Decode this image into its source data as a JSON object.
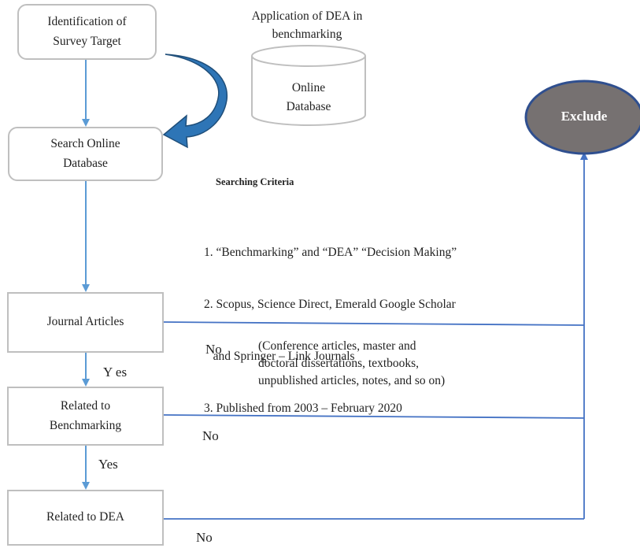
{
  "nodes": {
    "survey_target": "Identification  of\nSurvey Target",
    "search_db": "Search Online\nDatabase",
    "online_db": "Online\nDatabase",
    "exclude": "Exclude",
    "journal_articles": "Journal Articles",
    "related_benchmarking": "Related to\nBenchmarking",
    "related_dea": "Related to DEA"
  },
  "labels": {
    "application_title": "Application of DEA in\nbenchmarking",
    "criteria_title": "Searching Criteria",
    "criteria": [
      "1. “Benchmarking” and “DEA” “Decision Making”",
      "2. Scopus, Science Direct, Emerald Google Scholar",
      "   and Springer – Link Journals",
      "3. Published from 2003 – February 2020"
    ],
    "exclusion_note": "(Conference articles, master and\ndoctoral dissertations, textbooks,\nunpublished articles, notes, and so on)",
    "no_1": "No",
    "no_2": "No",
    "no_3": "No",
    "yes_1": "Y es",
    "yes_2": "Yes"
  },
  "colors": {
    "box_border": "#bfbfbf",
    "arrow_light": "#5b9bd5",
    "arrow_dark": "#4472c4",
    "curved_arrow": "#2e75b6",
    "exclude_fill": "#767171",
    "exclude_border": "#2f4f8f"
  }
}
